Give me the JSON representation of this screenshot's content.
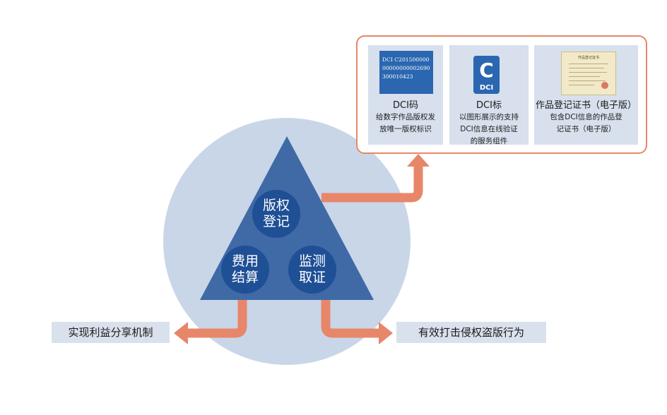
{
  "triangle": {
    "nodes": [
      {
        "id": "copyright-registration",
        "label": "版权\n登记"
      },
      {
        "id": "fee-settlement",
        "label": "费用\n结算"
      },
      {
        "id": "monitoring-evidence",
        "label": "监测\n取证"
      }
    ]
  },
  "outcomes": {
    "left": "实现利益分享机制",
    "right": "有效打击侵权盗版行为"
  },
  "panel": {
    "cards": [
      {
        "title": "DCI码",
        "desc": "给数字作品版权发\n放唯一版权标识",
        "code": "DCI C20150000000000000002690300010423"
      },
      {
        "title": "DCI标",
        "desc": "以图形展示的支持\nDCI信息在线验证\n的服务组件",
        "logo_letter": "C",
        "logo_text": "DCI"
      },
      {
        "title": "作品登记证书（电子版）",
        "desc": "包含DCI信息的作品登\n记证书（电子版）",
        "cert_heading": "作品登记证书"
      }
    ]
  },
  "colors": {
    "circle": "#c9d6e8",
    "triangle": "#3f6aa6",
    "node": "#1f4f95",
    "arrow": "#e8866a",
    "card": "#d7e0ec",
    "code_box": "#2a67b0"
  }
}
